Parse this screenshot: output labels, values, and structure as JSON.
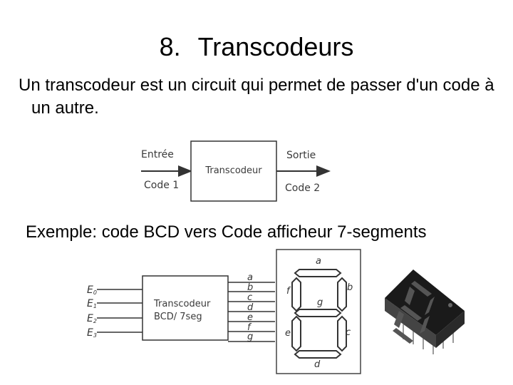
{
  "slide": {
    "number": "8.",
    "title": "Transcodeurs",
    "intro": "Un transcodeur est un circuit qui permet de passer d'un code à un autre.",
    "example": "Exemple: code BCD vers Code afficheur 7-segments"
  },
  "block_diagram": {
    "input_label": "Entrée",
    "input_code": "Code 1",
    "box_label": "Transcodeur",
    "output_label": "Sortie",
    "output_code": "Code 2"
  },
  "bcd_diagram": {
    "inputs": [
      {
        "letter": "E",
        "index": "0"
      },
      {
        "letter": "E",
        "index": "1"
      },
      {
        "letter": "E",
        "index": "2"
      },
      {
        "letter": "E",
        "index": "3"
      }
    ],
    "box_line1": "Transcodeur",
    "box_line2": "BCD/ 7seg",
    "outputs": [
      "a",
      "b",
      "c",
      "d",
      "e",
      "f",
      "g"
    ]
  },
  "seven_segment": {
    "segments": [
      "a",
      "b",
      "c",
      "d",
      "e",
      "f",
      "g"
    ]
  },
  "colors": {
    "text": "#000000",
    "diagram_line": "#333333",
    "display_body": "#1a1a1a",
    "background": "#ffffff"
  }
}
